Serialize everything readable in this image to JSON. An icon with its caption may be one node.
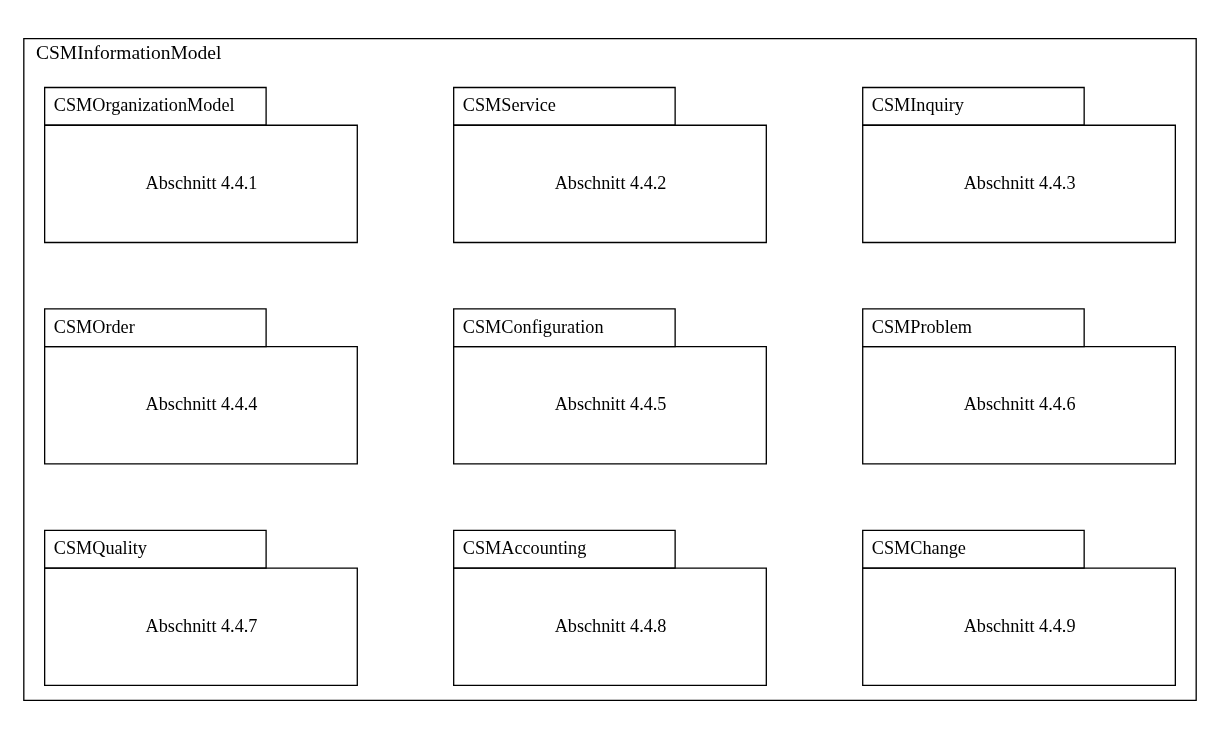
{
  "diagram": {
    "nodes": [
      {
        "text": [
          "CSMInformationModel"
        ]
      },
      {
        "text": [
          "CSMOrganizationModel",
          "Abschnitt 4.4.1"
        ],
        "in": 0
      },
      {
        "text": [
          "CSMService",
          "Abschnitt 4.4.2"
        ],
        "in": 0
      },
      {
        "text": [
          "CSMInquiry",
          "Abschnitt 4.4.3"
        ],
        "in": 0
      },
      {
        "text": [
          "CSMOrder",
          "Abschnitt 4.4.4"
        ],
        "in": 0
      },
      {
        "text": [
          "CSMConfiguration",
          "Abschnitt 4.4.5"
        ],
        "in": 0
      },
      {
        "text": [
          "CSMProblem",
          "Abschnitt 4.4.6"
        ],
        "in": 0
      },
      {
        "text": [
          "CSMQuality",
          "Abschnitt 4.4.7"
        ],
        "in": 0
      },
      {
        "text": [
          "CSMAccounting",
          "Abschnitt 4.4.8"
        ],
        "in": 0
      },
      {
        "text": [
          "CSMChange",
          "Abschnitt 4.4.9"
        ],
        "in": 0
      }
    ]
  }
}
